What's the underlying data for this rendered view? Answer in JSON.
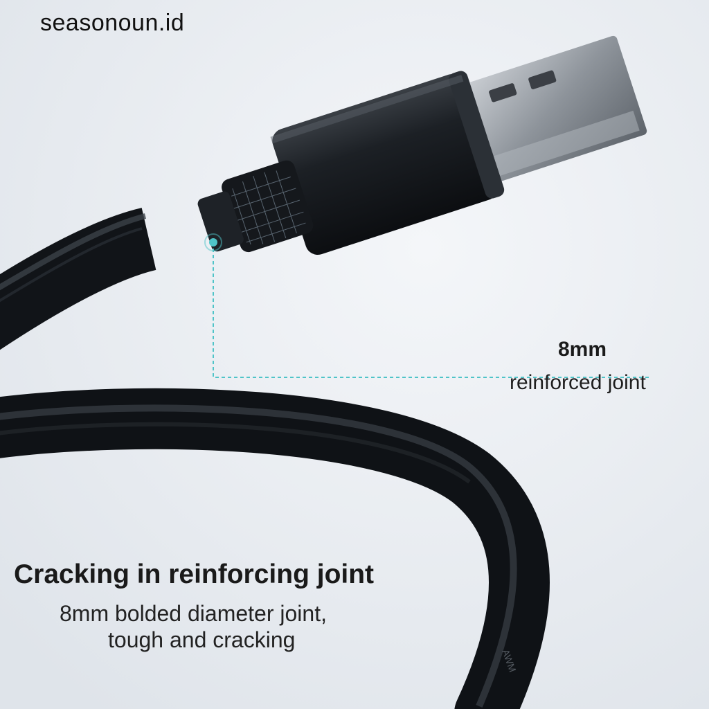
{
  "watermark": "seasonoun.id",
  "callout": {
    "size": "8mm",
    "label": "reinforced joint"
  },
  "headline": "Cracking in reinforcing joint",
  "description": {
    "line1": "8mm bolded diameter joint,",
    "line2": "tough and cracking"
  },
  "cable_print": "AWM",
  "colors": {
    "background": "#e9edf2",
    "cable": "#161a1f",
    "callout_line": "#4fc4c8"
  }
}
